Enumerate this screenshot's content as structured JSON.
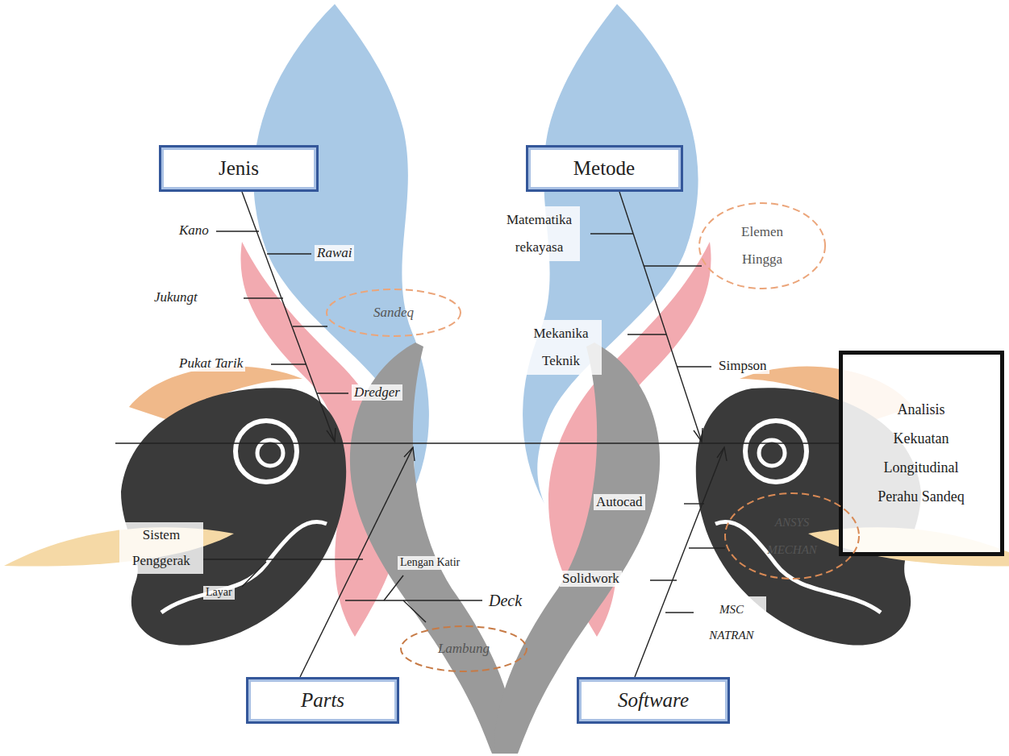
{
  "diagram": {
    "nodes": [
      {
        "text": [
          "Jenis"
        ]
      },
      {
        "text": [
          "Metode"
        ]
      },
      {
        "text": [
          "Elemen Hingga"
        ]
      },
      {
        "text": [
          "Sandeq"
        ]
      },
      {
        "text": [
          "Analisis Kekuatan Longitudinal Perahu Sandeq"
        ]
      },
      {
        "text": [
          "ANSYS MECHAN"
        ]
      },
      {
        "text": [
          "Lambung"
        ]
      },
      {
        "text": [
          "Parts"
        ]
      },
      {
        "text": [
          "Software"
        ]
      }
    ],
    "edges": [],
    "labels": [
      "Kano",
      "Rawai",
      "Matematika rekayasa",
      "Jukungt",
      "Mekanika Teknik",
      "Pukat Tarik",
      "Simpson",
      "Dredger",
      "Autocad",
      "Sistem Penggerak",
      "Lengan Katir",
      "Solidwork",
      "Deck",
      "Layar",
      "MSC NATRAN"
    ]
  }
}
